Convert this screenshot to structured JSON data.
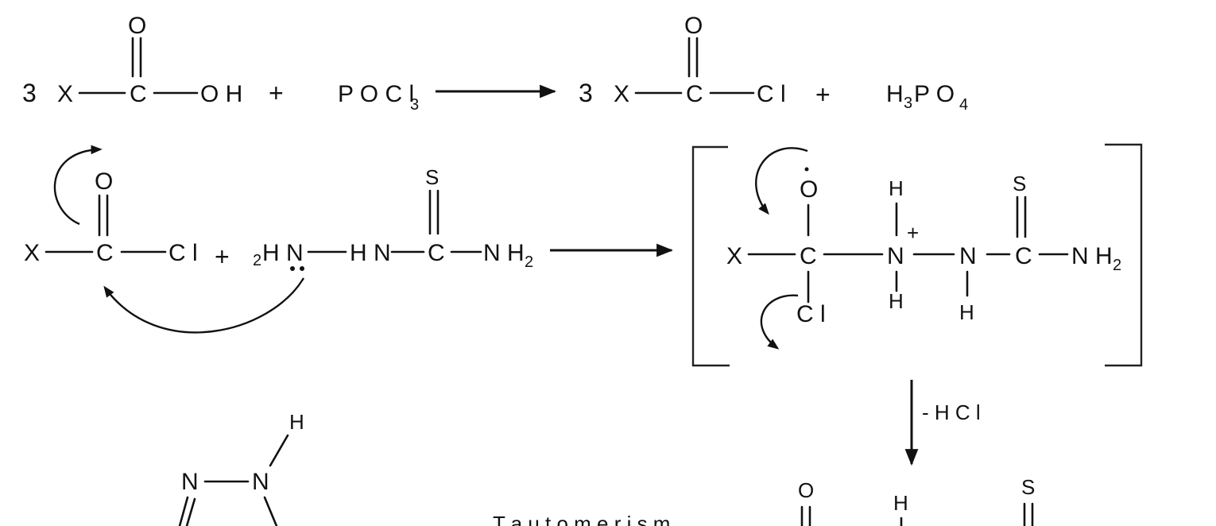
{
  "reaction1": {
    "coef_left": "3",
    "x": "X",
    "c": "C",
    "o": "O",
    "oh": "O H",
    "plus": "+",
    "reagent": "P O C l",
    "reagent_sub": "3",
    "coef_right": "3",
    "cl": "C l",
    "byproduct_h": "H",
    "byproduct_h_sub": "3",
    "byproduct_rest": "P O",
    "byproduct_sub": "4"
  },
  "reaction2": {
    "x": "X",
    "c": "C",
    "o": "O",
    "cl": "C l",
    "plus": "+",
    "h2_sub": "2",
    "h": "H",
    "n": "N",
    "hn": "H N",
    "s": "S",
    "nh": "N H",
    "nh2_sub": "2"
  },
  "intermediate": {
    "x": "X",
    "c": "C",
    "o": "O",
    "cl": "C l",
    "n": "N",
    "h": "H",
    "plus_charge": "+",
    "s": "S",
    "nh": "N H",
    "nh2_sub": "2"
  },
  "step3": {
    "elimination_label": "- H C l"
  },
  "bottom": {
    "ring_n1": "N",
    "ring_n2": "N",
    "ring_h": "H",
    "tautomerism_label": "T a u t o m e r i s m",
    "o": "O",
    "h": "H",
    "s": "S"
  }
}
